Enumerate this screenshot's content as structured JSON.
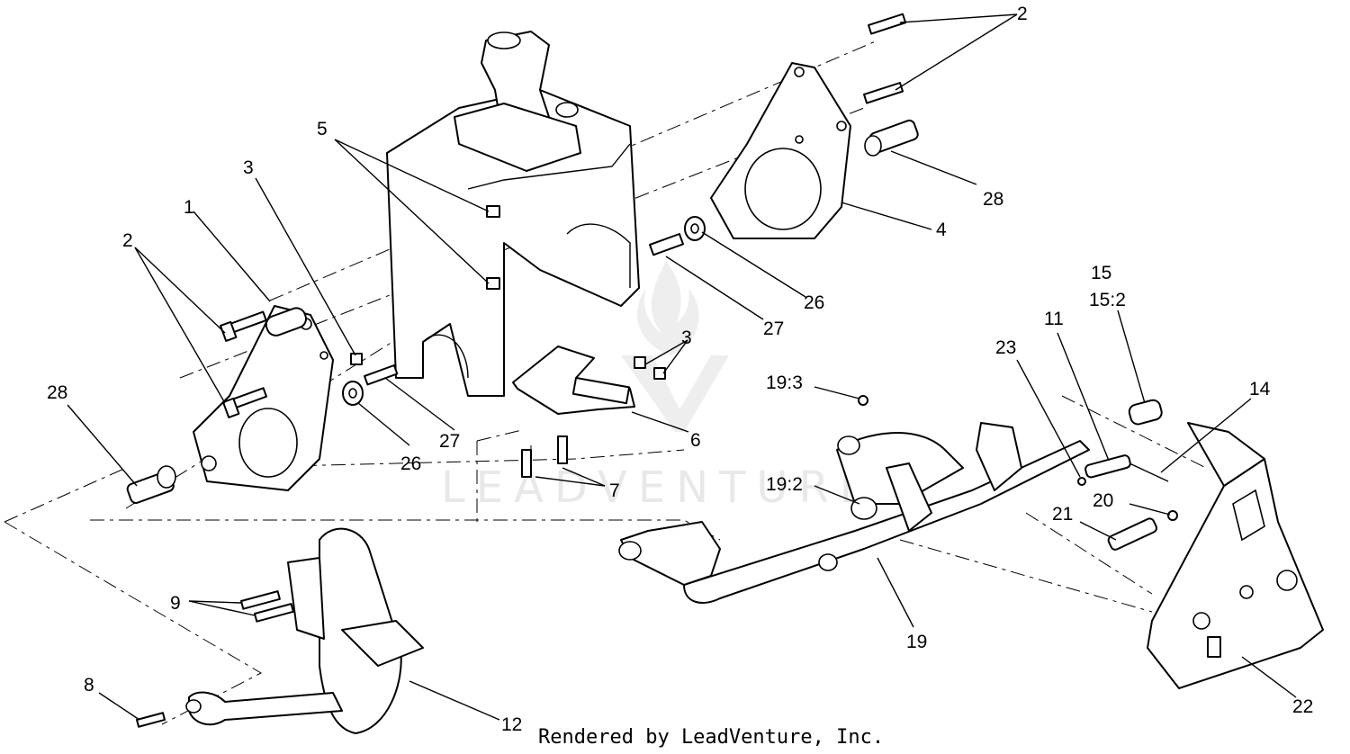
{
  "callouts": [
    {
      "label": "2"
    },
    {
      "label": "28"
    },
    {
      "label": "4"
    },
    {
      "label": "26"
    },
    {
      "label": "27"
    },
    {
      "label": "5"
    },
    {
      "label": "3"
    },
    {
      "label": "1"
    },
    {
      "label": "2"
    },
    {
      "label": "28"
    },
    {
      "label": "26"
    },
    {
      "label": "27"
    },
    {
      "label": "3"
    },
    {
      "label": "6"
    },
    {
      "label": "7"
    },
    {
      "label": "15"
    },
    {
      "label": "15:2"
    },
    {
      "label": "11"
    },
    {
      "label": "23"
    },
    {
      "label": "14"
    },
    {
      "label": "19:3"
    },
    {
      "label": "19:2"
    },
    {
      "label": "20"
    },
    {
      "label": "21"
    },
    {
      "label": "19"
    },
    {
      "label": "9"
    },
    {
      "label": "8"
    },
    {
      "label": "12"
    },
    {
      "label": "22"
    }
  ],
  "watermark": {
    "text": "LEADVENTURE"
  },
  "footer": {
    "credit": "Rendered by LeadVenture, Inc."
  }
}
